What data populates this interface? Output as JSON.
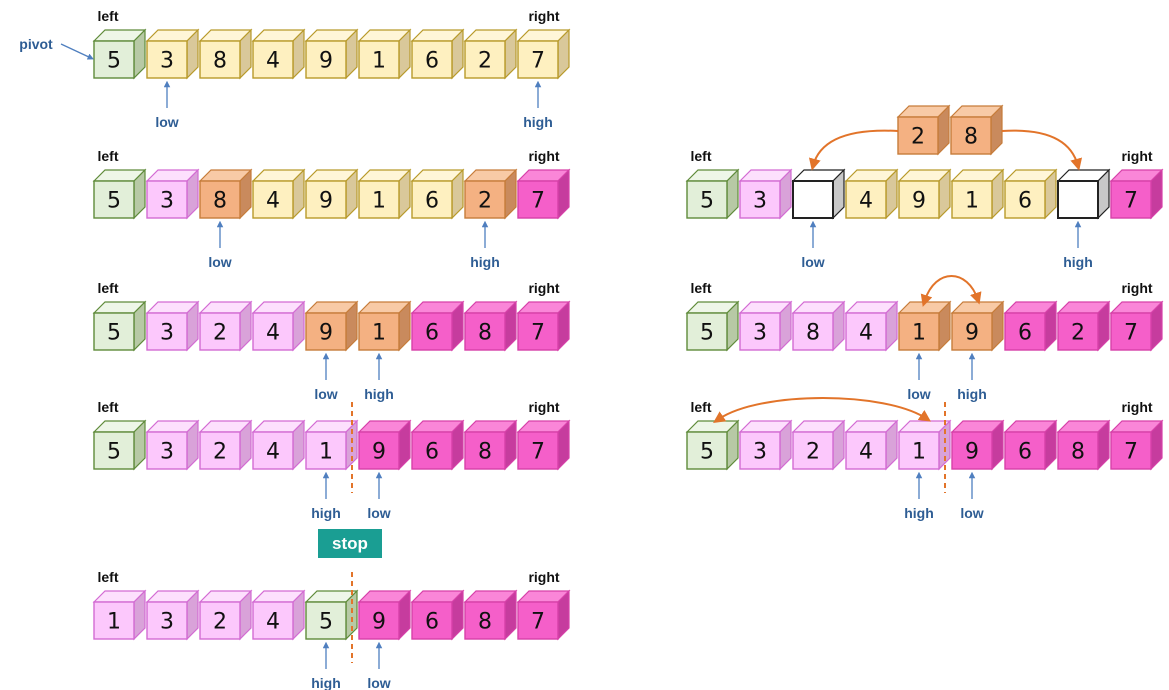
{
  "title": "",
  "colors": {
    "pivot": "#e2efd9",
    "unsorted": "#fef0c0",
    "compare": "#f4b182",
    "left_part": "#fcc8fc",
    "right_part": "#f55fc9",
    "empty": "#ffffff",
    "pointer": "#4f7fbf",
    "swap_arrow": "#e2742a",
    "divider": "#e2742a",
    "stop_badge": "#1a9e93"
  },
  "labels": {
    "left": "left",
    "right": "right",
    "pivot": "pivot",
    "low": "low",
    "high": "high",
    "stop": "stop"
  },
  "steps": [
    {
      "id": "left-1",
      "cells": [
        {
          "v": "5",
          "c": "pivot"
        },
        {
          "v": "3",
          "c": "unsorted"
        },
        {
          "v": "8",
          "c": "unsorted"
        },
        {
          "v": "4",
          "c": "unsorted"
        },
        {
          "v": "9",
          "c": "unsorted"
        },
        {
          "v": "1",
          "c": "unsorted"
        },
        {
          "v": "6",
          "c": "unsorted"
        },
        {
          "v": "2",
          "c": "unsorted"
        },
        {
          "v": "7",
          "c": "unsorted"
        }
      ],
      "pointers": [
        {
          "name": "low",
          "index": 1
        },
        {
          "name": "high",
          "index": 8
        }
      ],
      "show_pivot_label": true
    },
    {
      "id": "left-2",
      "cells": [
        {
          "v": "5",
          "c": "pivot"
        },
        {
          "v": "3",
          "c": "left_part"
        },
        {
          "v": "8",
          "c": "compare"
        },
        {
          "v": "4",
          "c": "unsorted"
        },
        {
          "v": "9",
          "c": "unsorted"
        },
        {
          "v": "1",
          "c": "unsorted"
        },
        {
          "v": "6",
          "c": "unsorted"
        },
        {
          "v": "2",
          "c": "compare"
        },
        {
          "v": "7",
          "c": "right_part"
        }
      ],
      "pointers": [
        {
          "name": "low",
          "index": 2
        },
        {
          "name": "high",
          "index": 7
        }
      ]
    },
    {
      "id": "left-3",
      "cells": [
        {
          "v": "5",
          "c": "pivot"
        },
        {
          "v": "3",
          "c": "left_part"
        },
        {
          "v": "2",
          "c": "left_part"
        },
        {
          "v": "4",
          "c": "left_part"
        },
        {
          "v": "9",
          "c": "compare"
        },
        {
          "v": "1",
          "c": "compare"
        },
        {
          "v": "6",
          "c": "right_part"
        },
        {
          "v": "8",
          "c": "right_part"
        },
        {
          "v": "7",
          "c": "right_part"
        }
      ],
      "pointers": [
        {
          "name": "low",
          "index": 4
        },
        {
          "name": "high",
          "index": 5
        }
      ]
    },
    {
      "id": "left-4",
      "cells": [
        {
          "v": "5",
          "c": "pivot"
        },
        {
          "v": "3",
          "c": "left_part"
        },
        {
          "v": "2",
          "c": "left_part"
        },
        {
          "v": "4",
          "c": "left_part"
        },
        {
          "v": "1",
          "c": "left_part"
        },
        {
          "v": "9",
          "c": "right_part"
        },
        {
          "v": "6",
          "c": "right_part"
        },
        {
          "v": "8",
          "c": "right_part"
        },
        {
          "v": "7",
          "c": "right_part"
        }
      ],
      "pointers": [
        {
          "name": "high",
          "index": 4
        },
        {
          "name": "low",
          "index": 5
        }
      ],
      "divider_after": 4
    },
    {
      "id": "left-5",
      "cells": [
        {
          "v": "1",
          "c": "left_part"
        },
        {
          "v": "3",
          "c": "left_part"
        },
        {
          "v": "2",
          "c": "left_part"
        },
        {
          "v": "4",
          "c": "left_part"
        },
        {
          "v": "5",
          "c": "pivot"
        },
        {
          "v": "9",
          "c": "right_part"
        },
        {
          "v": "6",
          "c": "right_part"
        },
        {
          "v": "8",
          "c": "right_part"
        },
        {
          "v": "7",
          "c": "right_part"
        }
      ],
      "pointers": [
        {
          "name": "high",
          "index": 4
        },
        {
          "name": "low",
          "index": 5
        }
      ],
      "divider_after": 4
    },
    {
      "id": "right-1",
      "cells": [
        {
          "v": "5",
          "c": "pivot"
        },
        {
          "v": "3",
          "c": "left_part"
        },
        {
          "v": "",
          "c": "empty"
        },
        {
          "v": "4",
          "c": "unsorted"
        },
        {
          "v": "9",
          "c": "unsorted"
        },
        {
          "v": "1",
          "c": "unsorted"
        },
        {
          "v": "6",
          "c": "unsorted"
        },
        {
          "v": "",
          "c": "empty"
        },
        {
          "v": "7",
          "c": "right_part"
        }
      ],
      "pointers": [
        {
          "name": "low",
          "index": 2
        },
        {
          "name": "high",
          "index": 7
        }
      ],
      "lifted": [
        {
          "v": "2",
          "c": "compare"
        },
        {
          "v": "8",
          "c": "compare"
        }
      ],
      "swap_arrows": [
        {
          "from": "lifted-0",
          "to": 2
        },
        {
          "from": "lifted-1",
          "to": 7
        }
      ]
    },
    {
      "id": "right-2",
      "cells": [
        {
          "v": "5",
          "c": "pivot"
        },
        {
          "v": "3",
          "c": "left_part"
        },
        {
          "v": "8",
          "c": "left_part"
        },
        {
          "v": "4",
          "c": "left_part"
        },
        {
          "v": "1",
          "c": "compare"
        },
        {
          "v": "9",
          "c": "compare"
        },
        {
          "v": "6",
          "c": "right_part"
        },
        {
          "v": "2",
          "c": "right_part"
        },
        {
          "v": "7",
          "c": "right_part"
        }
      ],
      "pointers": [
        {
          "name": "low",
          "index": 4
        },
        {
          "name": "high",
          "index": 5
        }
      ],
      "swap_arc": [
        4,
        5
      ]
    },
    {
      "id": "right-3",
      "cells": [
        {
          "v": "5",
          "c": "pivot"
        },
        {
          "v": "3",
          "c": "left_part"
        },
        {
          "v": "2",
          "c": "left_part"
        },
        {
          "v": "4",
          "c": "left_part"
        },
        {
          "v": "1",
          "c": "left_part"
        },
        {
          "v": "9",
          "c": "right_part"
        },
        {
          "v": "6",
          "c": "right_part"
        },
        {
          "v": "8",
          "c": "right_part"
        },
        {
          "v": "7",
          "c": "right_part"
        }
      ],
      "pointers": [
        {
          "name": "high",
          "index": 4
        },
        {
          "name": "low",
          "index": 5
        }
      ],
      "divider_after": 4,
      "swap_arc": [
        0,
        4
      ]
    }
  ]
}
